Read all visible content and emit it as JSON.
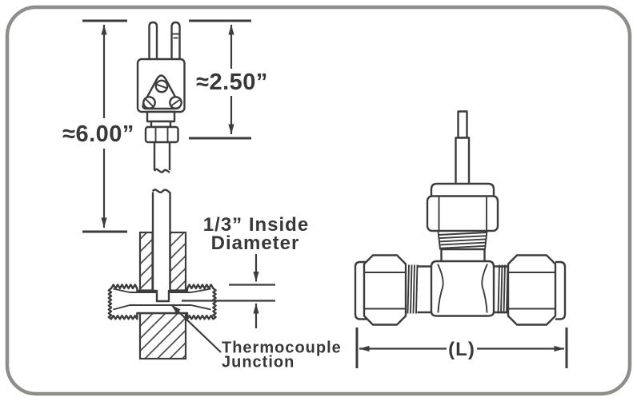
{
  "diagram": {
    "labels": {
      "probe_overall_length": "≈6.00”",
      "connector_section_length": "≈2.50”",
      "inside_diameter_line1": "1/3” Inside",
      "inside_diameter_line2": "Diameter",
      "junction_callout_line1": "Thermocouple",
      "junction_callout_line2": "Junction",
      "tee_overall_length": "(L)"
    },
    "colors": {
      "line": "#3c3c3c",
      "text": "#383838",
      "border": "#8d8d89",
      "background": "#ffffff"
    }
  }
}
